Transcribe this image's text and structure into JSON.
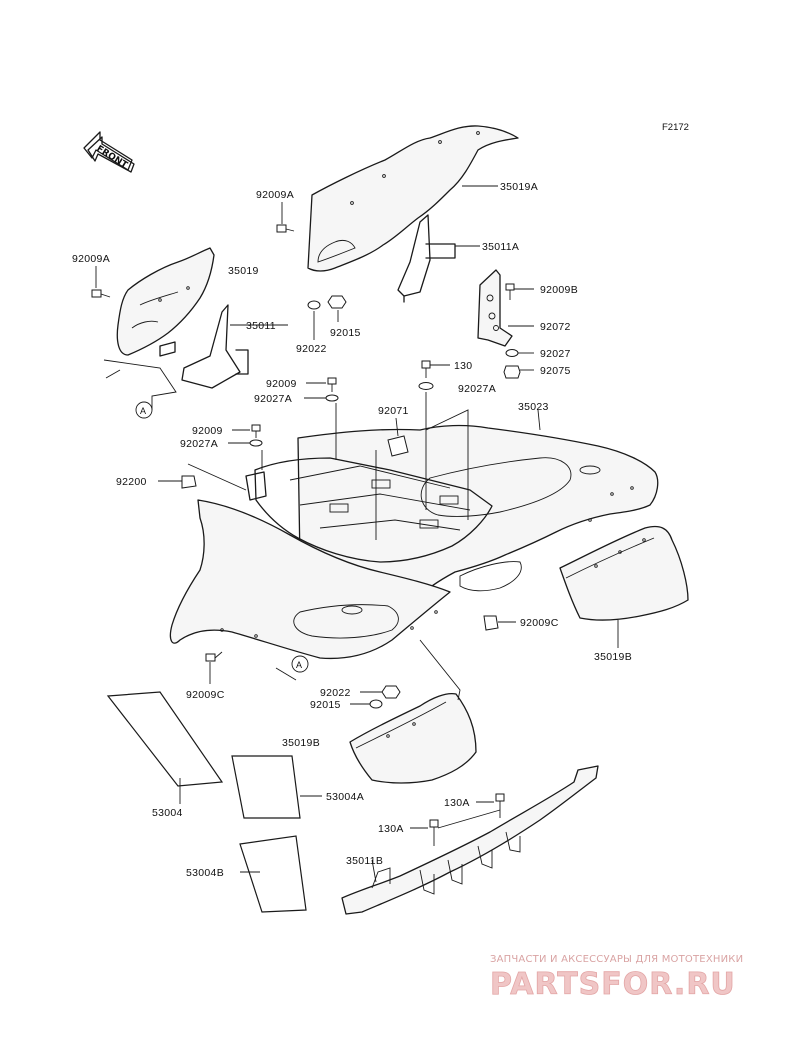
{
  "figure_code": "F2172",
  "front_label": "FRONT",
  "reference_marker": "A",
  "part_labels": {
    "p35019A": "35019A",
    "p92009A_top": "92009A",
    "p35011A": "35011A",
    "p92009A_left": "92009A",
    "p35019": "35019",
    "p35011": "35011",
    "p92015_top": "92015",
    "p92022_top": "92022",
    "p92009B": "92009B",
    "p92072": "92072",
    "p92027": "92027",
    "p92075": "92075",
    "p130": "130",
    "p92027A_right": "92027A",
    "p92009_a": "92009",
    "p92027A_a": "92027A",
    "p92071": "92071",
    "p35023": "35023",
    "p92009_b": "92009",
    "p92027A_b": "92027A",
    "p92200": "92200",
    "p92009C_right": "92009C",
    "p35019B_right": "35019B",
    "p92009C_left": "92009C",
    "p92022_bottom": "92022",
    "p92015_bottom": "92015",
    "p35019B_center": "35019B",
    "p53004": "53004",
    "p53004A": "53004A",
    "p53004B": "53004B",
    "p130A_a": "130A",
    "p130A_b": "130A",
    "p35011B": "35011B"
  },
  "watermark": {
    "tagline": "ЗАПЧАСТИ И АКСЕССУАРЫ ДЛЯ МОТОТЕХНИКИ",
    "brand": "PARTSFOR.RU"
  }
}
